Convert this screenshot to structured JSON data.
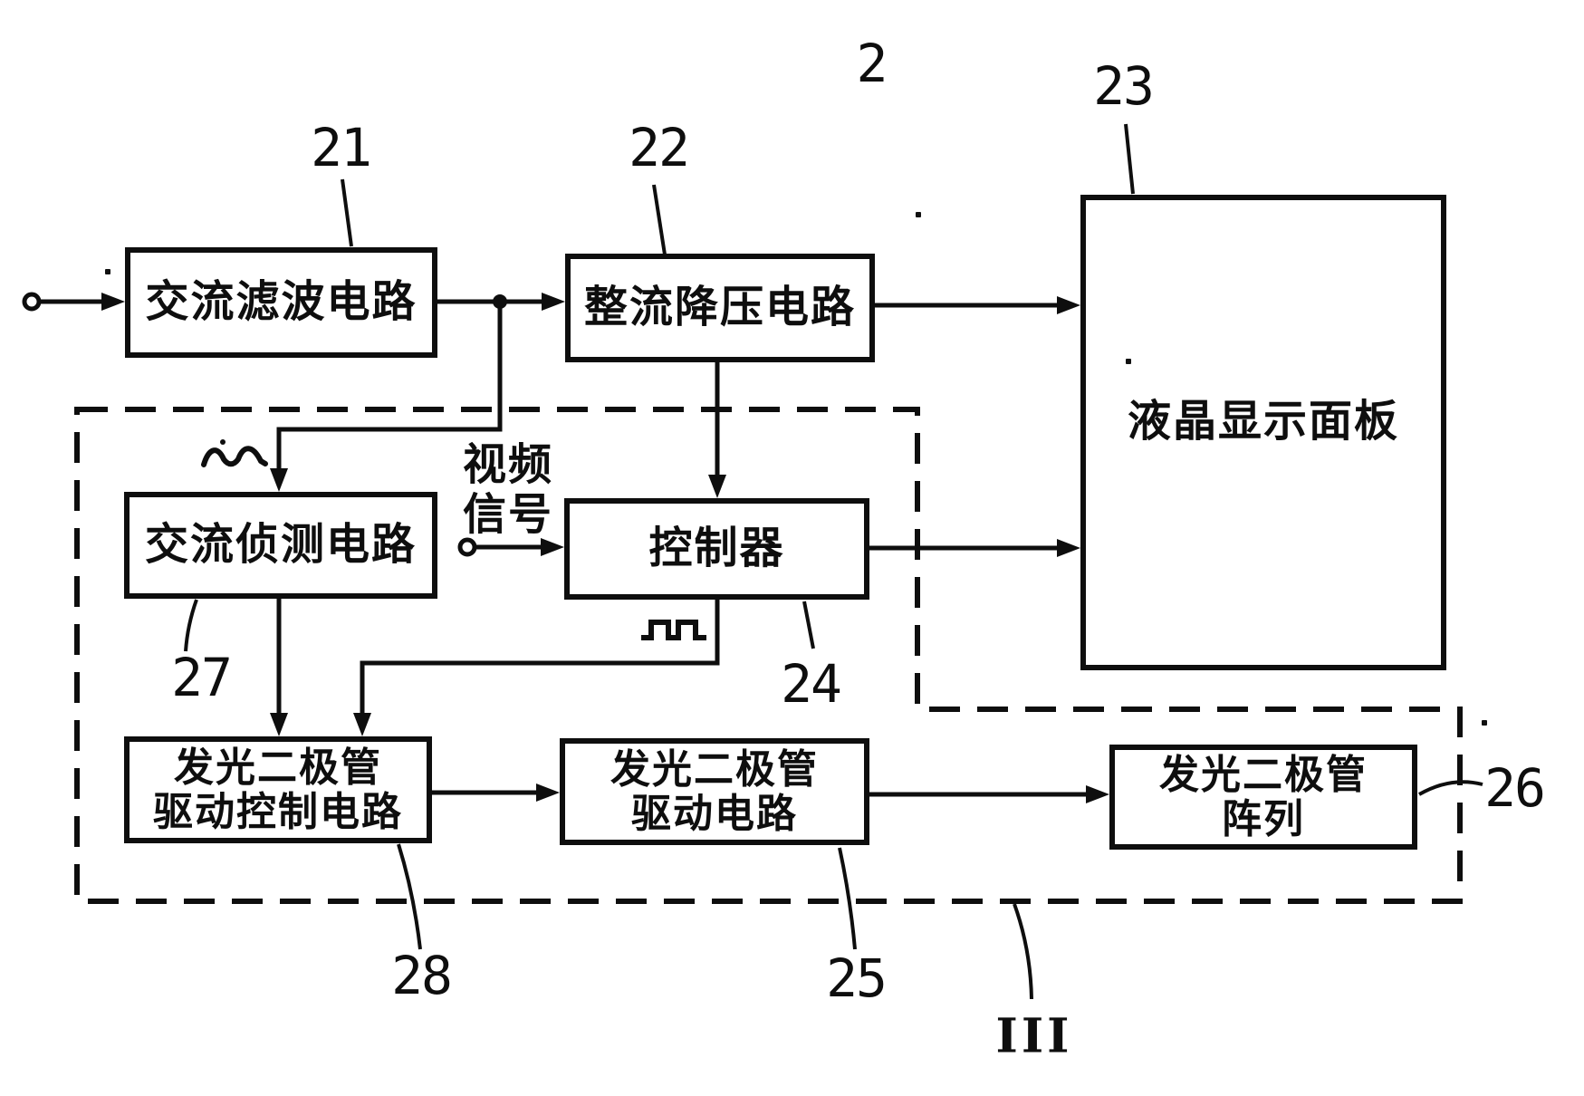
{
  "figure": {
    "top_reference": "2",
    "boundary_reference": "III"
  },
  "annotations": {
    "video_signal_line1": "视频",
    "video_signal_line2": "信号"
  },
  "blocks": {
    "ac_filter": {
      "label": "交流滤波电路",
      "ref": "21"
    },
    "rectifier_buck": {
      "label": "整流降压电路",
      "ref": "22"
    },
    "lcd_panel": {
      "label": "液晶显示面板",
      "ref": "23"
    },
    "controller": {
      "label": "控制器",
      "ref": "24"
    },
    "ac_detect": {
      "label": "交流侦测电路",
      "ref": "27"
    },
    "led_drive_ctrl": {
      "label_line1": "发光二极管",
      "label_line2": "驱动控制电路",
      "ref": "28"
    },
    "led_driver": {
      "label_line1": "发光二极管",
      "label_line2": "驱动电路",
      "ref": "25"
    },
    "led_array": {
      "label_line1": "发光二极管",
      "label_line2": "阵列",
      "ref": "26"
    }
  },
  "colors": {
    "ink": "#0e0e0e",
    "paper": "#ffffff"
  }
}
